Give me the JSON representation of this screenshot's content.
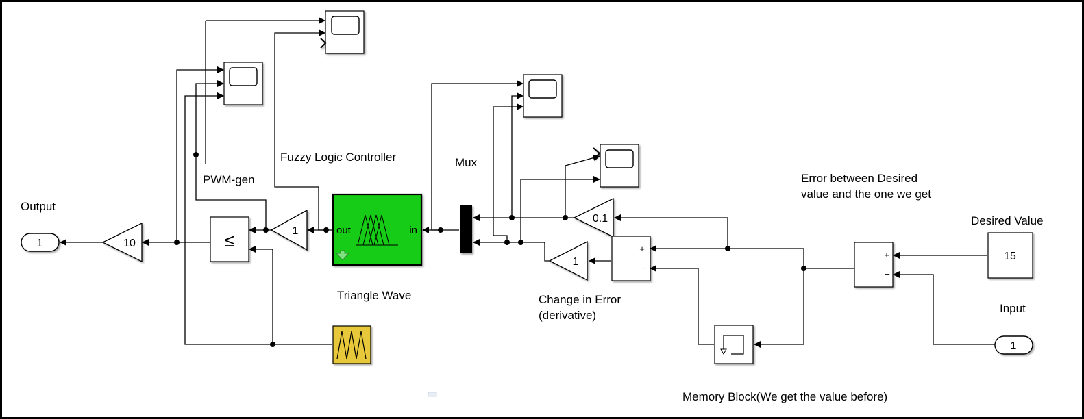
{
  "labels": {
    "output": "Output",
    "pwm_gen": "PWM-gen",
    "fuzzy_logic_controller": "Fuzzy Logic Controller",
    "mux": "Mux",
    "triangle_wave": "Triangle Wave",
    "change_in_error_line1": "Change in Error",
    "change_in_error_line2": "(derivative)",
    "error_between_line1": "Error between Desired",
    "error_between_line2": "value and the one we get",
    "desired_value": "Desired Value",
    "input": "Input",
    "memory_block": "Memory Block(We get the value before)"
  },
  "blocks": {
    "outport_value": "1",
    "gain_output": "10",
    "relational_operator": "≤",
    "gain_fuzzy_out": "1",
    "fuzzy_out_port": "out",
    "fuzzy_in_port": "in",
    "gain_change": "1",
    "gain_error_scope": "0.1",
    "sum_signs": [
      "+",
      "−"
    ],
    "sum_right_signs": [
      "+",
      "−"
    ],
    "constant_value": "15",
    "inport_value": "1"
  },
  "colors": {
    "fuzzy_block": "#19cc19",
    "triangle_wave_block": "#e8c83a",
    "mux_block": "#000000"
  }
}
